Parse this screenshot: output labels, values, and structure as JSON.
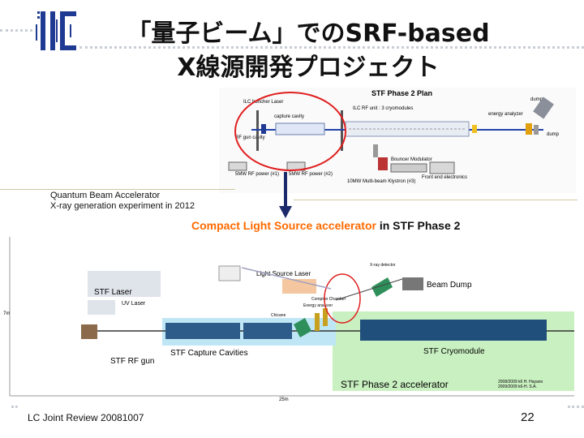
{
  "slide": {
    "logo_text": "ilc",
    "title_line1": "「量子ビーム」でのSRF-based",
    "title_line2": "X線源開発プロジェクト",
    "footer_left": "LC Joint Review 20081007",
    "page_number": "22",
    "colors": {
      "logo_blue": "#1f3a93",
      "arrow_navy": "#1c2a6b",
      "highlight_red": "#e02020",
      "cls_orange": "#ff6a00",
      "phase2_green": "#c9f0c0",
      "capture_blue": "#bfe6f5"
    }
  },
  "upper_figure": {
    "plan_title": "STF Phase 2 Plan",
    "ilc_buncher_laser": "ILC buncher Laser",
    "capture_cavity": "capture cavity",
    "rf_gun_cavity": "RF gun cavity",
    "ilc_rf_unit": "ILC RF unit : 3 cryomodules",
    "dump_top": "dump",
    "energy_analyzer": "energy analyzer",
    "dump_right": "dump",
    "bouncer_modulator": "Bouncer Modulator",
    "front_electronics": "Front end electronics",
    "klystron": "10MW Multi-beam Klystron (#3)",
    "rf_power_1": "5MW RF power (#1)",
    "rf_power_2": "5MW RF power (#2)"
  },
  "caption": {
    "line1": "Quantum Beam Accelerator",
    "line2": "X-ray generation experiment in 2012"
  },
  "lower_figure": {
    "heading_cls": "Compact Light Source accelerator",
    "heading_suffix": "in STF Phase 2",
    "stf_laser": "STF Laser",
    "uv_laser": "UV Laser",
    "light_source_laser": "Light Source Laser",
    "beam_dump": "Beam Dump",
    "stf_capture_cavities": "STF Capture Cavities",
    "stf_rf_gun": "STF RF gun",
    "stf_cryomodule": "STF Cryomodule",
    "phase2_accelerator": "STF Phase 2 accelerator",
    "xray_detector": "X-ray detector",
    "compton_chamber": "Compton Chamber",
    "energy_analyzer": "Energy analyzer",
    "chicane": "Chicane",
    "scale_7m": "7m",
    "scale_25m": "25m",
    "credit_1": "2008/2009 k6 H. Hayano",
    "credit_2": "2009/2009 k6-H. S.A."
  }
}
